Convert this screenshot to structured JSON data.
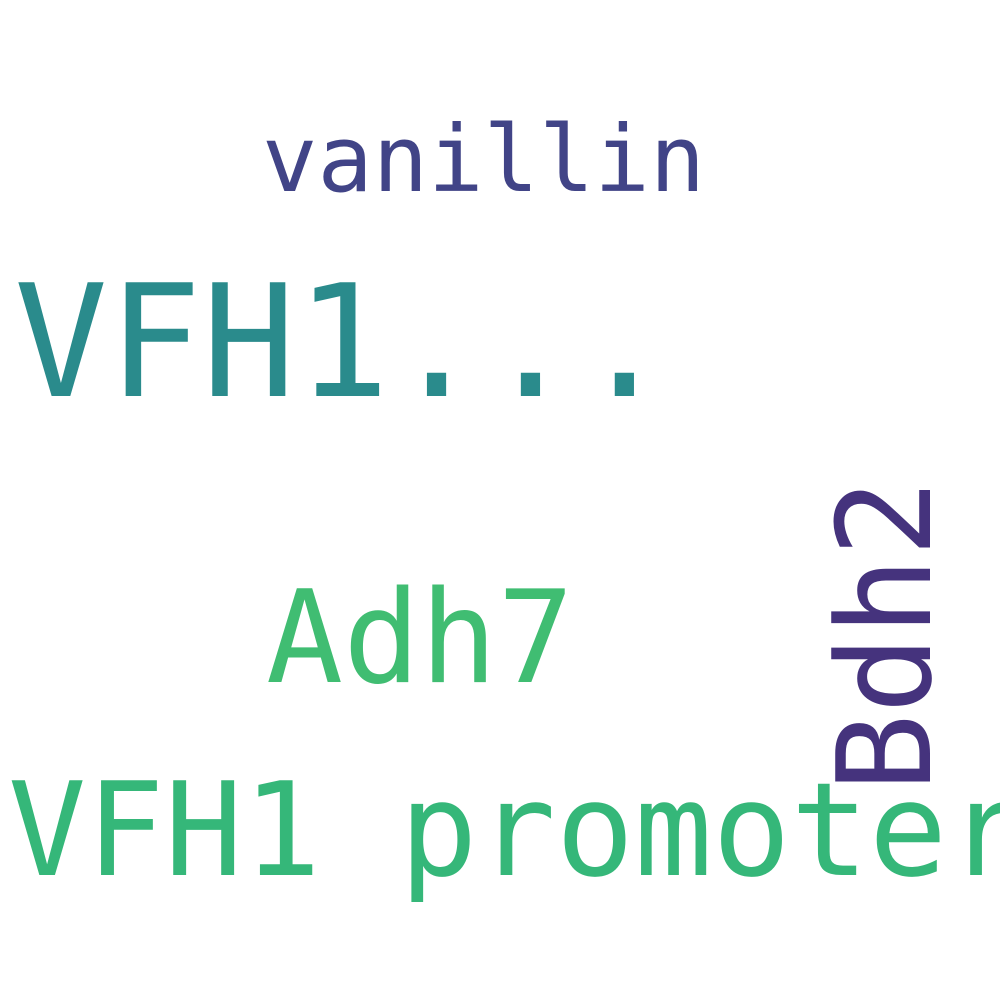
{
  "word_cloud": {
    "words": [
      {
        "text": "vanillin",
        "color": "#414487"
      },
      {
        "text": "VFH1...",
        "color": "#2a8b8c"
      },
      {
        "text": "Adh7",
        "color": "#40bd72"
      },
      {
        "text": "Bdh2",
        "color": "#45337d"
      },
      {
        "text": "VFH1 promoter",
        "color": "#35b779"
      }
    ]
  }
}
